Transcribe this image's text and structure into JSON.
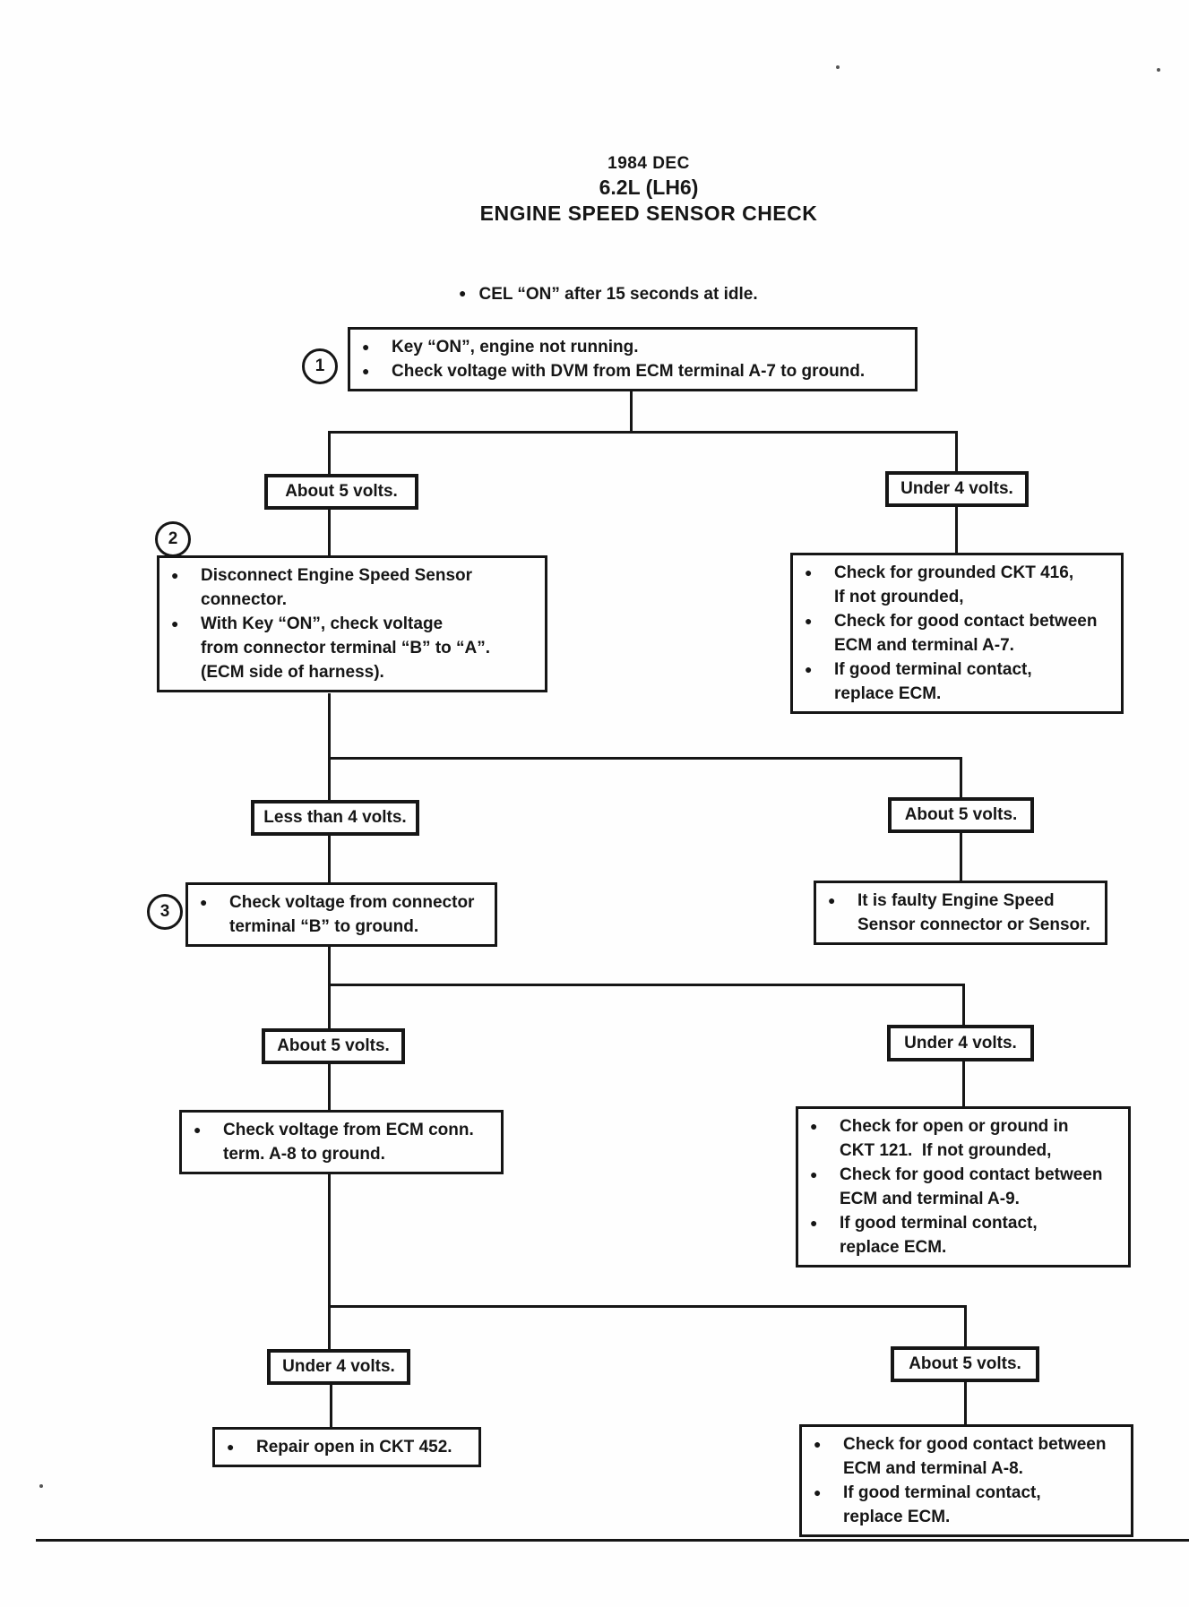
{
  "icons": {
    "bullet": "●"
  },
  "header": {
    "line1": "1984 DEC",
    "line2": "6.2L (LH6)",
    "line3": "ENGINE SPEED SENSOR CHECK"
  },
  "symptom": "CEL “ON” after 15 seconds at idle.",
  "step1": {
    "num": "1",
    "l1": "Key “ON”, engine not running.",
    "l2": "Check voltage with DVM from ECM terminal A-7 to ground."
  },
  "branch1": {
    "left": "About 5 volts.",
    "right": "Under 4 volts."
  },
  "step2": {
    "num": "2",
    "l1": "Disconnect Engine Speed Sensor",
    "l2": "connector.",
    "l3": "With Key “ON”, check voltage",
    "l4": "from connector terminal “B” to “A”.",
    "l5": "(ECM side of harness)."
  },
  "result1": {
    "l1": "Check for grounded CKT 416,",
    "l2": "If not grounded,",
    "l3": "Check for good contact between",
    "l4": "ECM and terminal A-7.",
    "l5": "If good terminal contact,",
    "l6": "replace ECM."
  },
  "branch2": {
    "left": "Less than 4 volts.",
    "right": "About 5 volts."
  },
  "step3": {
    "num": "3",
    "l1": "Check voltage from connector",
    "l2": "terminal “B” to ground."
  },
  "result2": {
    "l1": "It is faulty Engine Speed",
    "l2": "Sensor connector or Sensor."
  },
  "branch3": {
    "left": "About 5 volts.",
    "right": "Under 4 volts."
  },
  "step4": {
    "l1": "Check voltage from ECM conn.",
    "l2": "term. A-8 to ground."
  },
  "result3": {
    "l1": "Check for open or ground in",
    "l2": "CKT 121.  If not grounded,",
    "l3": "Check for good contact between",
    "l4": "ECM and terminal A-9.",
    "l5": "If good terminal contact,",
    "l6": "replace ECM."
  },
  "branch4": {
    "left": "Under 4 volts.",
    "right": "About 5 volts."
  },
  "result4": {
    "l1": "Repair open in CKT 452."
  },
  "result5": {
    "l1": "Check for good contact between",
    "l2": "ECM and terminal A-8.",
    "l3": "If good terminal contact,",
    "l4": "replace ECM."
  }
}
